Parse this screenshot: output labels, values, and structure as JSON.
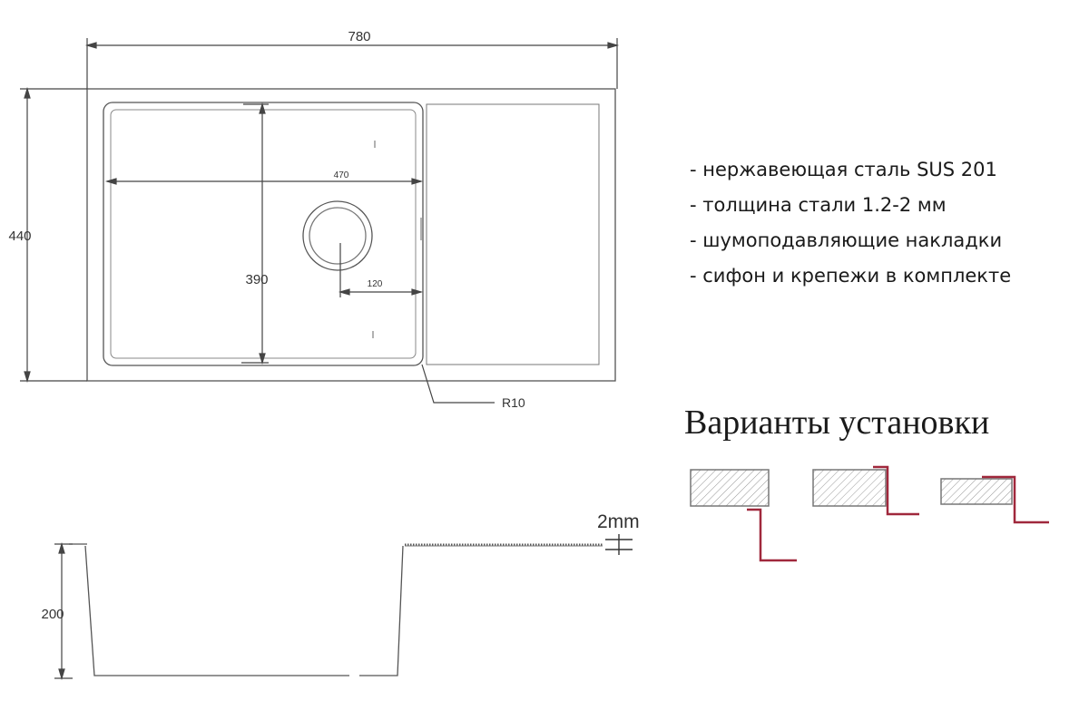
{
  "top_view": {
    "width_label": "780",
    "height_label": "440",
    "bowl_width_label": "470",
    "bowl_depth_label": "390",
    "drain_offset_label": "120",
    "radius_label": "R10"
  },
  "features": [
    "- нержавеющая сталь SUS 201",
    "- толщина стали 1.2-2 мм",
    "- шумоподавляющие накладки",
    "- сифон и крепежи в комплекте"
  ],
  "section": {
    "depth_label": "200",
    "thickness_label": "2mm"
  },
  "install": {
    "title": "Варианты установки"
  },
  "colors": {
    "line": "#555555",
    "install_line": "#a0283c",
    "hatch": "#999999"
  }
}
